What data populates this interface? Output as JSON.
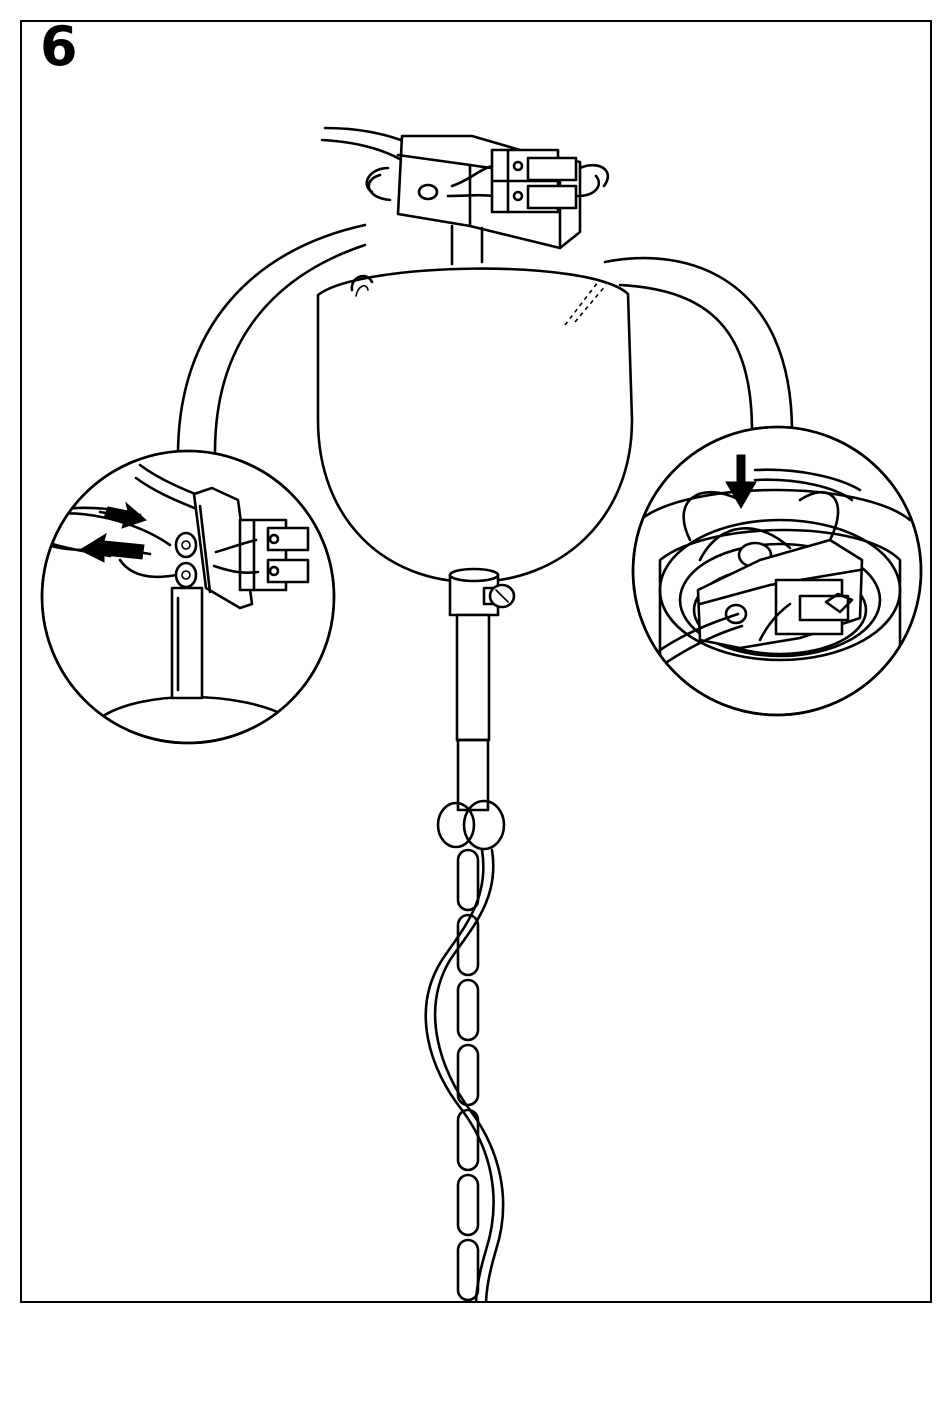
{
  "step": {
    "number": "6"
  },
  "illustration": {
    "subject": "ceiling-lamp-canopy-wiring",
    "callouts": [
      "detail-left-connect-wires",
      "detail-right-tuck-wires"
    ],
    "arrows": [
      "arrow-in",
      "arrow-out",
      "arrow-down"
    ]
  },
  "colors": {
    "line": "#000000",
    "background": "#ffffff"
  }
}
